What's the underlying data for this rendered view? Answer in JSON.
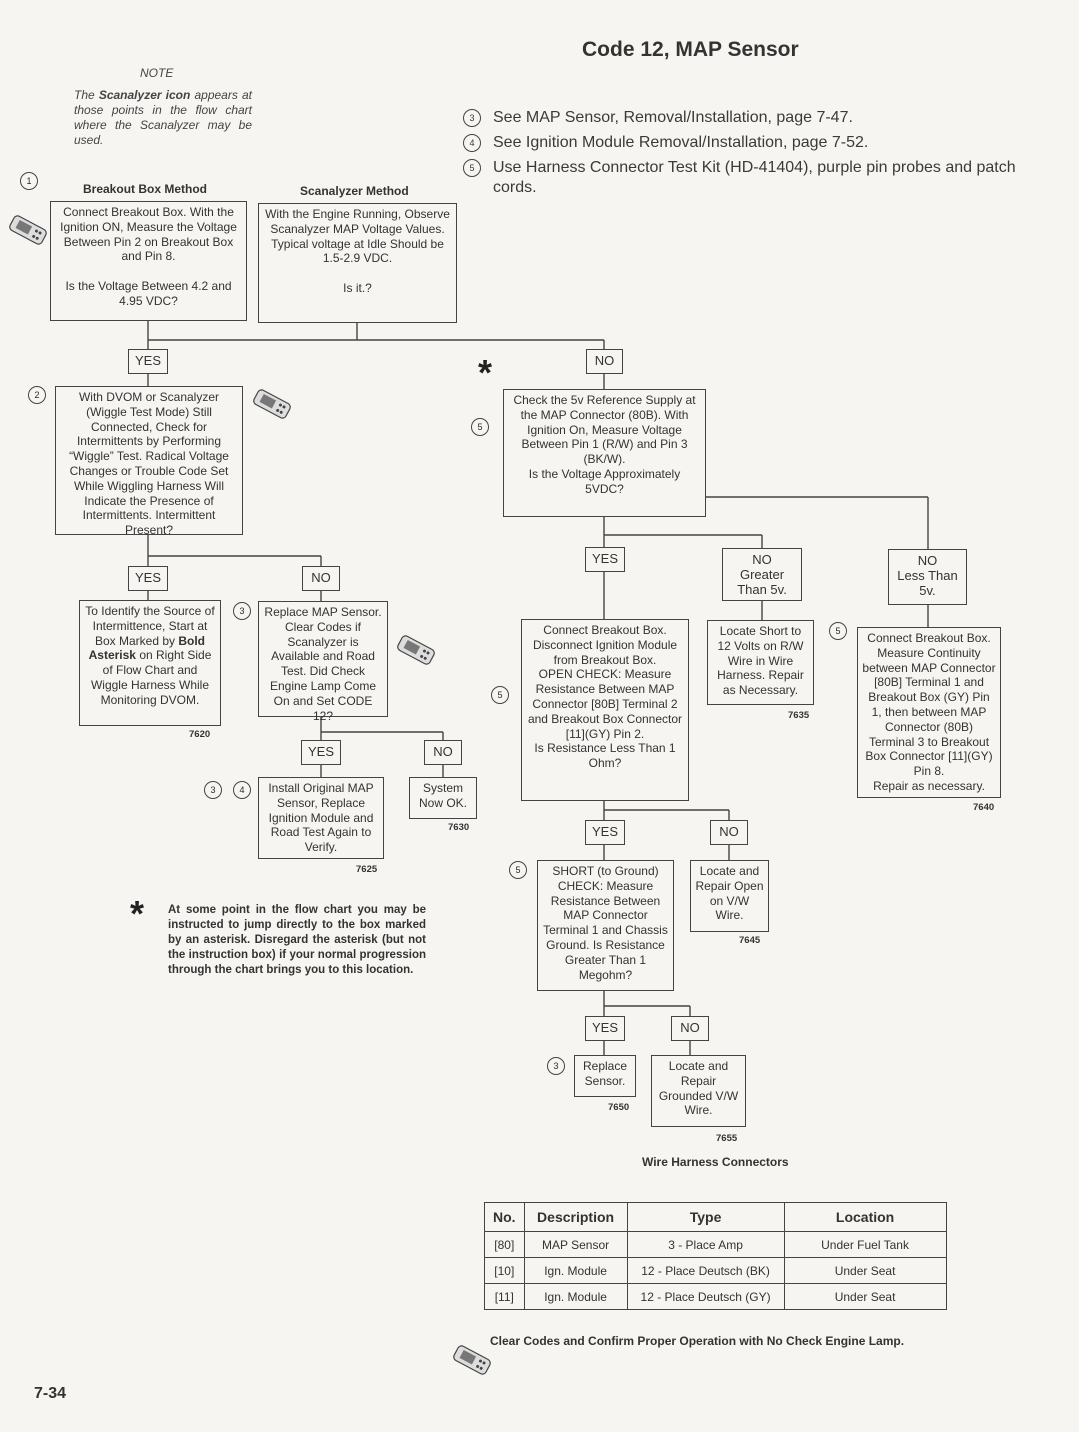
{
  "title": "Code 12, MAP Sensor",
  "note": {
    "heading": "NOTE",
    "bold": "Scanalyzer icon",
    "pre": "The ",
    "post": " appears at those points in the flow chart where the Scanalyzer may be used."
  },
  "references": [
    {
      "num": "3",
      "text": "See MAP Sensor, Removal/Installation, page 7-47."
    },
    {
      "num": "4",
      "text": "See Ignition Module Removal/Installation, page 7-52."
    },
    {
      "num": "5",
      "text": "Use Harness Connector Test Kit (HD-41404), purple pin probes and patch cords."
    }
  ],
  "headers": {
    "breakout": "Breakout Box Method",
    "scanalyzer": "Scanalyzer Method"
  },
  "circles": {
    "c1": "1",
    "c2": "2",
    "c3": "3",
    "c4": "4",
    "c5": "5"
  },
  "boxes": {
    "breakout": "Connect Breakout Box. With the Ignition ON, Measure the Voltage Between Pin 2 on Breakout Box and Pin 8.\n\nIs the Voltage Between 4.2 and 4.95 VDC?",
    "scanalyzer": "With the Engine Running, Observe Scanalyzer MAP Voltage Values. Typical voltage at Idle Should be 1.5-2.9 VDC.\n\nIs it.?",
    "wiggle": "With DVOM or Scanalyzer (Wiggle Test Mode) Still Connected, Check for Intermittents by Performing “Wiggle” Test. Radical Voltage Changes or Trouble Code Set While Wiggling Harness Will Indicate the Presence of Intermittents. Intermittent Present?",
    "reference_supply": "Check the 5v Reference Supply at the MAP Connector (80B). With Ignition On, Measure Voltage Between Pin 1 (R/W) and Pin 3 (BK/W).\nIs the Voltage Approximately 5VDC?",
    "identify_pre": "To Identify the Source of Intermittence, Start at Box Marked by ",
    "identify_bold": "Bold Asterisk",
    "identify_post": " on Right Side of Flow Chart and Wiggle Harness While Monitoring DVOM.",
    "replace_map": "Replace MAP Sensor. Clear Codes if Scanalyzer is Available and Road Test. Did Check Engine Lamp Come On and Set CODE 12?",
    "install_original": "Install Original MAP Sensor, Replace Ignition Module and Road Test Again to Verify.",
    "system_ok": "System Now OK.",
    "open_check": "Connect Breakout Box. Disconnect Ignition Module from Breakout Box.\nOPEN CHECK: Measure Resistance Between MAP Connector [80B] Terminal 2 and Breakout Box Connector [11](GY) Pin 2.\nIs Resistance Less Than 1 Ohm?",
    "locate_short": "Locate Short to 12 Volts on R/W Wire in Wire Harness. Repair as Necessary.",
    "continuity": "Connect Breakout Box. Measure Continuity between MAP Connector [80B] Terminal 1 and Breakout Box (GY) Pin 1, then between MAP Connector (80B) Terminal 3 to Breakout Box Connector [11](GY) Pin 8.\nRepair as necessary.",
    "short_check": "SHORT (to Ground) CHECK: Measure Resistance Between MAP Connector Terminal 1 and Chassis Ground. Is Resistance Greater Than 1 Megohm?",
    "locate_open": "Locate and Repair Open on V/W Wire.",
    "replace_sensor": "Replace Sensor.",
    "locate_grounded": "Locate and Repair Grounded V/W Wire."
  },
  "labels": {
    "yes": "YES",
    "no": "NO",
    "no_greater": "NO\nGreater\nThan 5v.",
    "no_less": "NO\nLess Than\n5v."
  },
  "codes": {
    "c7620": "7620",
    "c7625": "7625",
    "c7630": "7630",
    "c7635": "7635",
    "c7640": "7640",
    "c7645": "7645",
    "c7650": "7650",
    "c7655": "7655"
  },
  "asterisk_note": "At some point in the flow chart you may be instructed to jump directly to the box marked by an asterisk. Disregard the asterisk (but not the instruction box) if your normal progression through the chart brings you to this location.",
  "wire_table": {
    "title": "Wire Harness Connectors",
    "headers": [
      "No.",
      "Description",
      "Type",
      "Location"
    ],
    "rows": [
      [
        "[80]",
        "MAP Sensor",
        "3 - Place Amp",
        "Under Fuel Tank"
      ],
      [
        "[10]",
        "Ign. Module",
        "12 - Place Deutsch (BK)",
        "Under Seat"
      ],
      [
        "[11]",
        "Ign. Module",
        "12 - Place Deutsch (GY)",
        "Under Seat"
      ]
    ]
  },
  "footer": "Clear Codes and Confirm Proper Operation with No Check Engine Lamp.",
  "page_number": "7-34"
}
